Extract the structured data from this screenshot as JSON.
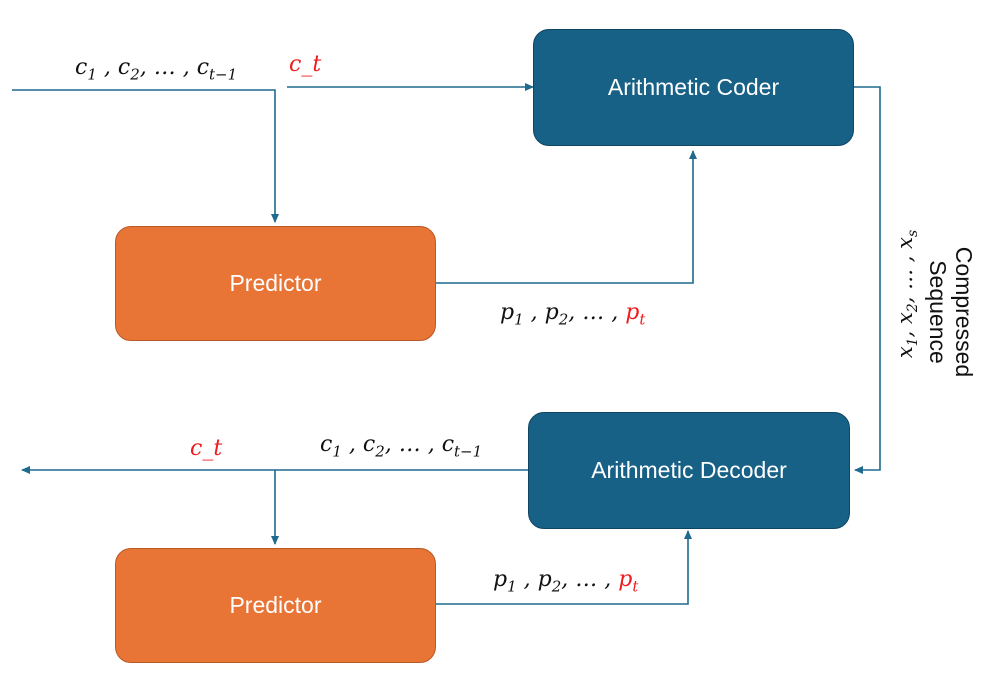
{
  "nodes": {
    "arithmetic_coder": "Arithmetic Coder",
    "arithmetic_decoder": "Arithmetic Decoder",
    "predictor_top": "Predictor",
    "predictor_bottom": "Predictor"
  },
  "labels": {
    "context_top": {
      "c": "c",
      "s1": "1",
      "s2": "2",
      "st": "t−1",
      "sep": " , ",
      "dots": ", … , "
    },
    "current_top": "c_t",
    "probs_top": {
      "p": "p",
      "s1": "1",
      "s2": "2",
      "pt": "p",
      "st": "t",
      "sep": " , ",
      "dots": ", … , "
    },
    "compressed_vars": {
      "x": "x",
      "s1": "1",
      "s2": "2",
      "ss": "s",
      "sep": ", ",
      "dots": ", … , "
    },
    "compressed_title_line1": "Compressed",
    "compressed_title_line2": "Sequence",
    "current_bottom": "c_t",
    "context_bottom": {
      "c": "c",
      "s1": "1",
      "s2": "2",
      "st": "t−1",
      "sep": " , ",
      "dots": ", … , "
    },
    "probs_bottom": {
      "p": "p",
      "s1": "1",
      "s2": "2",
      "pt": "p",
      "st": "t",
      "sep": " , ",
      "dots": ", … , "
    }
  },
  "colors": {
    "coder_fill": "#176086",
    "predictor_fill": "#e87435",
    "arrow": "#1f6a8e",
    "highlight": "#ee1c1c"
  }
}
